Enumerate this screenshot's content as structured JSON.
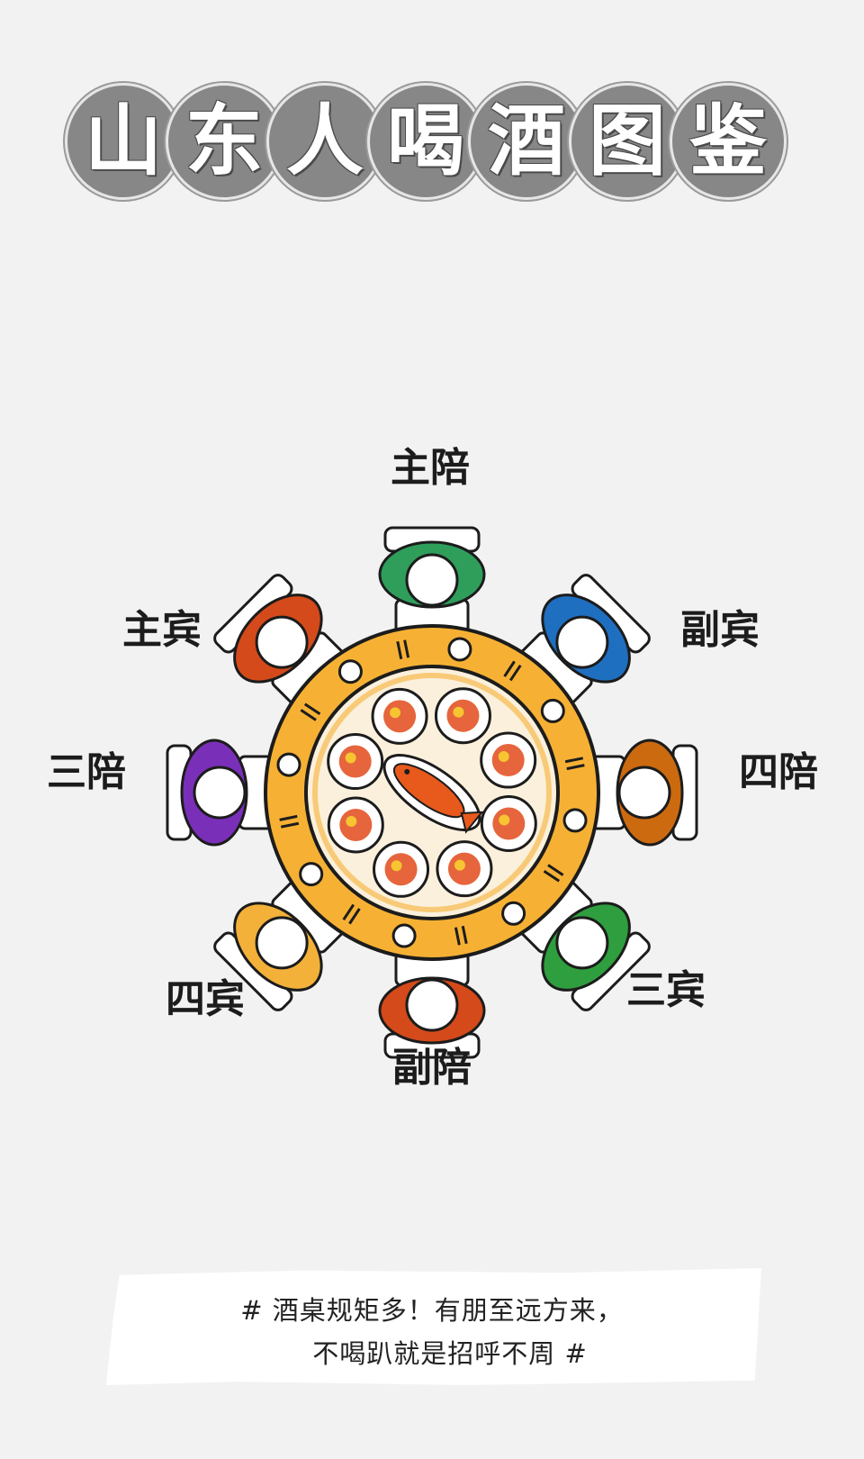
{
  "title": {
    "characters": [
      "山",
      "东",
      "人",
      "喝",
      "酒",
      "图",
      "鉴"
    ],
    "circle_color": "#878787"
  },
  "seats": [
    {
      "label": "主陪",
      "color": "#2f9e5b"
    },
    {
      "label": "副宾",
      "color": "#1f6fc0"
    },
    {
      "label": "四陪",
      "color": "#cc6a10"
    },
    {
      "label": "三宾",
      "color": "#2f9e3f"
    },
    {
      "label": "副陪",
      "color": "#d44a1a"
    },
    {
      "label": "四宾",
      "color": "#f3b13a"
    },
    {
      "label": "三陪",
      "color": "#7a2fb8"
    },
    {
      "label": "主宾",
      "color": "#d44a1a"
    }
  ],
  "table": {
    "rim_color": "#f6b134",
    "fish_color": "#e8591c",
    "dish_color": "#e24a1a"
  },
  "caption": {
    "line1": "# 酒桌规矩多！有朋至远方来，",
    "line2": "不喝趴就是招呼不周  #"
  }
}
